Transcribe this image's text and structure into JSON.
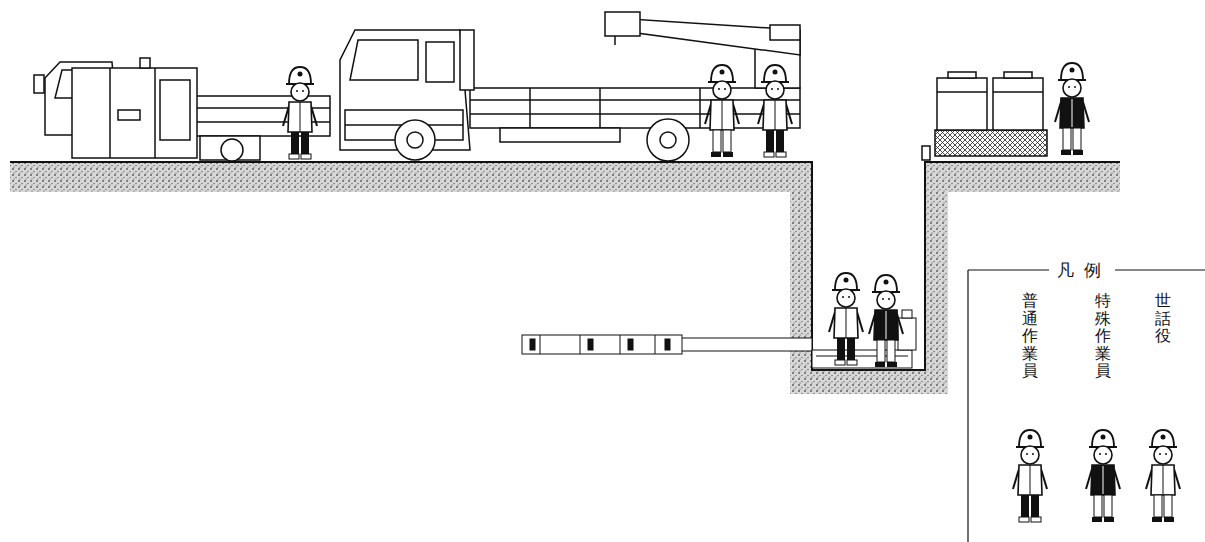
{
  "diagram": {
    "labels": [
      "凡例"
    ],
    "legend": [
      {
        "text": "普通作業員"
      },
      {
        "text": "特殊作業員"
      },
      {
        "text": "世話役"
      }
    ]
  }
}
